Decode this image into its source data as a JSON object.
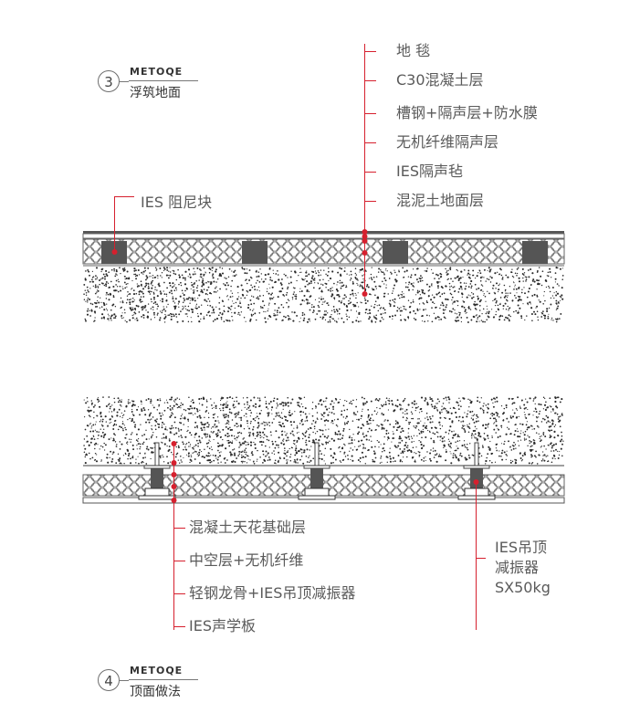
{
  "section3": {
    "number": "3",
    "code": "METOQE",
    "name": "浮筑地面",
    "labels": [
      "地 毯",
      "C30混凝土层",
      "槽钢+隔声层+防水膜",
      "无机纤维隔声层",
      "IES隔声毡",
      "混泥土地面层"
    ],
    "left_label": "IES 阻尼块"
  },
  "section4": {
    "number": "4",
    "code": "METOQE",
    "name": "顶面做法",
    "labels": [
      "混凝土天花基础层",
      "中空层+无机纤维",
      "轻钢龙骨+IES吊顶减振器",
      "IES声学板"
    ],
    "right_label": [
      "IES吊顶",
      "减振器",
      "SX50kg"
    ]
  },
  "colors": {
    "accent": "#d6202e",
    "text": "#5a5a5a",
    "block": "#555555",
    "line": "#6d6d6d"
  }
}
